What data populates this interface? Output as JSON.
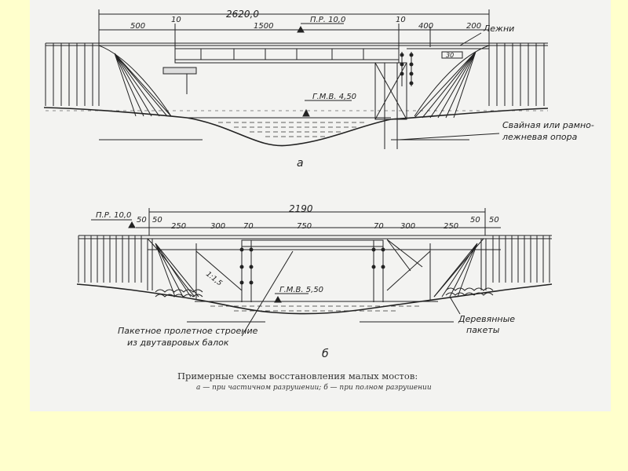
{
  "figure_a": {
    "total_span": "2620,0",
    "dims": [
      "500",
      "10",
      "1500",
      "10",
      "400",
      "200"
    ],
    "pr_level": "П.Р. 10,0",
    "water_level": "Г.М.В. 4,50",
    "beds_label": "Лежни",
    "small_mark": "30",
    "pier_label_line1": "Свайная или рамно-",
    "pier_label_line2": "лежневая опора",
    "panel_letter": "а"
  },
  "figure_b": {
    "total_span": "2190",
    "pr_level": "П.Р. 10,0",
    "dims": [
      "50",
      "50",
      "250",
      "300",
      "70",
      "750",
      "70",
      "300",
      "250",
      "50",
      "50"
    ],
    "slope_mark": "1:1,5",
    "water_level": "Г.М.В. 5,50",
    "package_label_line1": "Пакетное пролетное строение",
    "package_label_line2": "из двутавровых балок",
    "timber_label_line1": "Деревянные",
    "timber_label_line2": "пакеты",
    "panel_letter": "б"
  },
  "caption": {
    "title": "Примерные схемы восстановления малых мостов:",
    "subtitle": "а — при частичном разрушении;  б — при полном разрушении"
  },
  "colors": {
    "background": "#ffffcc",
    "sheet": "#f3f3f1",
    "ink": "#222222"
  }
}
